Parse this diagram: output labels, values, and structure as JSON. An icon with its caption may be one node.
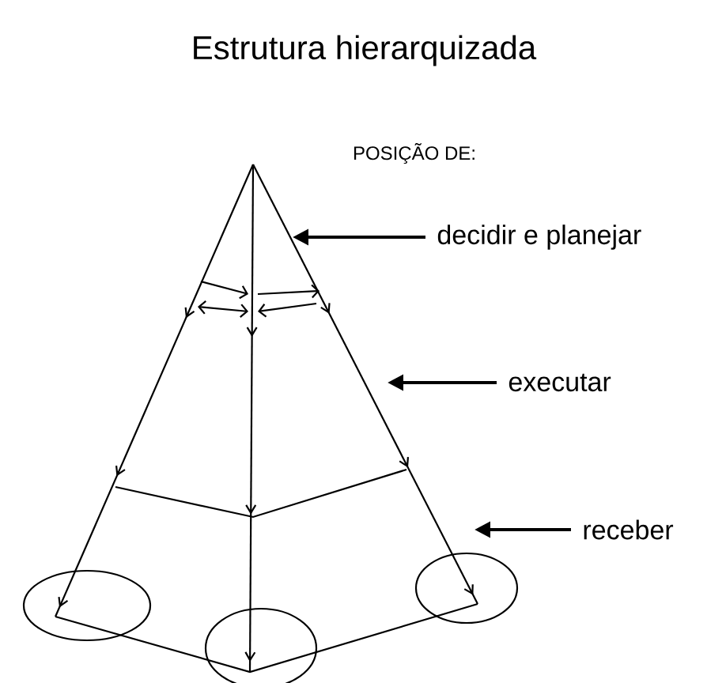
{
  "diagram": {
    "title": "Estrutura hierarquizada",
    "nodes": [
      {
        "text": [
          "decidir e planejar"
        ]
      },
      {
        "text": [
          "executar"
        ]
      },
      {
        "text": [
          "receber"
        ]
      }
    ],
    "edges": [
      {
        "from": 0,
        "to": null,
        "arrow": "to"
      },
      {
        "from": 1,
        "to": null,
        "arrow": "to"
      },
      {
        "from": 2,
        "to": null,
        "arrow": "to"
      }
    ],
    "labels": [
      "POSIÇÃO DE:"
    ]
  }
}
